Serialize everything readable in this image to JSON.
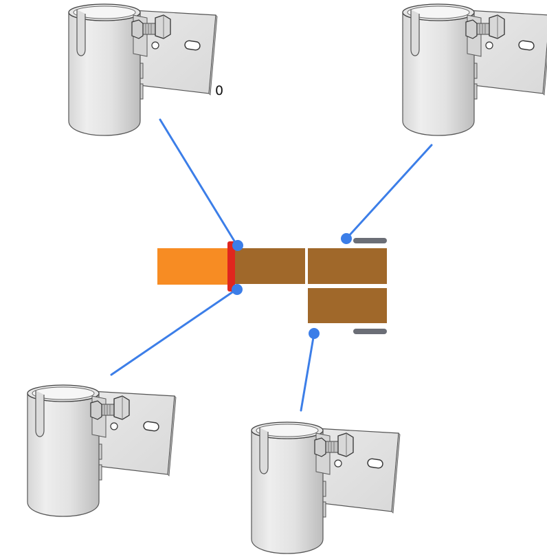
{
  "diagram": {
    "label": "0",
    "colors": {
      "background": "#ffffff",
      "leader_line": "#3c7ee8",
      "marker": "#3c7ee8",
      "orange_block": "#f78c23",
      "brown_block": "#a0682a",
      "red_strip": "#e0261e",
      "gray_tab": "#6b6e76",
      "bracket_light": "#e4e4e4",
      "bracket_mid": "#c9c9c9",
      "bracket_dark": "#9a9a9a"
    },
    "brackets": [
      {
        "name": "top-left",
        "icon": "pipe-clamp-bracket"
      },
      {
        "name": "top-right",
        "icon": "pipe-clamp-bracket"
      },
      {
        "name": "bottom-left",
        "icon": "pipe-clamp-bracket"
      },
      {
        "name": "bottom-center",
        "icon": "pipe-clamp-bracket"
      }
    ]
  }
}
